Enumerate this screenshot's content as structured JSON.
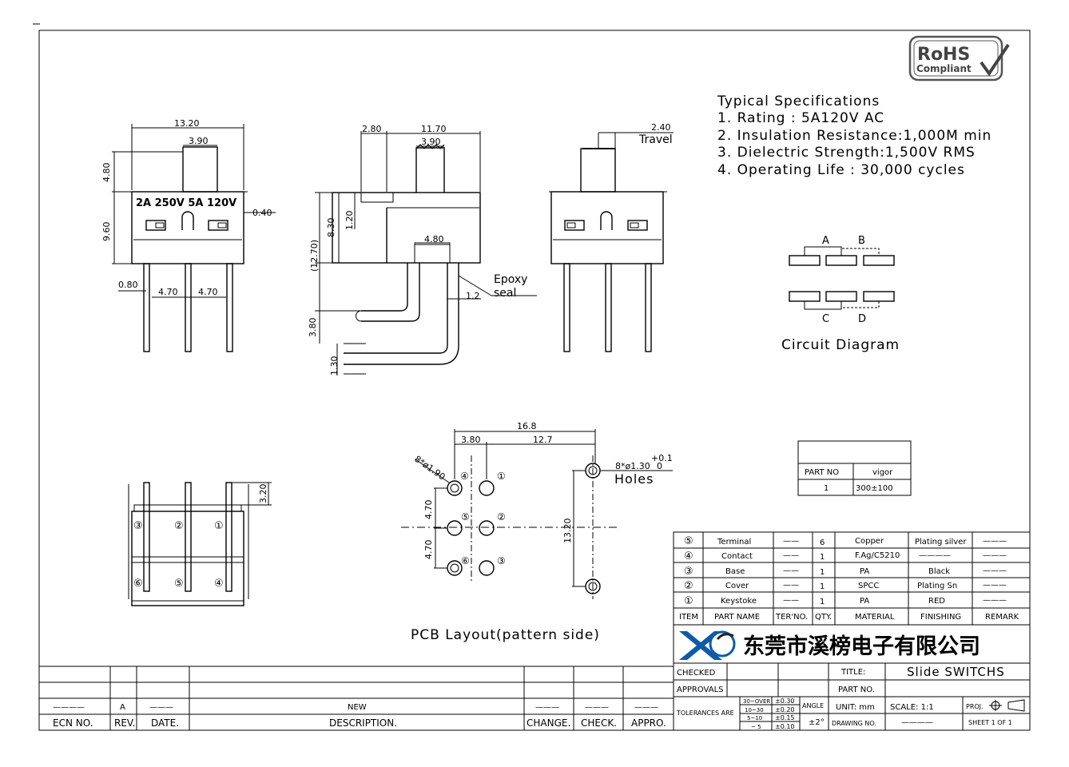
{
  "top_view": {
    "width": "13.20",
    "actuator_width": "3.90",
    "actuator_height": "4.80",
    "body_height": "9.60",
    "tab": "0.40",
    "pin_width": "0.80",
    "pitch_left": "4.70",
    "pitch_right": "4.70",
    "marking": "2A 250V 5A 120V"
  },
  "side_view": {
    "offset": "2.80",
    "length": "11.70",
    "actuator": "3.90",
    "height": "8.30",
    "ledge": "1.20",
    "overall": "(12.70)",
    "base": "4.80",
    "pin_len": "3.80",
    "pin_w": "1.30",
    "pin_t": "1.2",
    "epoxy_1": "Epoxy",
    "epoxy_2": "seal"
  },
  "end_view": {
    "travel_value": "2.40",
    "travel_label": "Travel"
  },
  "specs": {
    "title": "Typical Specifications",
    "lines": [
      "1. Rating : 5A120V AC",
      "2. Insulation Resistance:1,000M min",
      "3. Dielectric Strength:1,500V RMS",
      "4. Operating Life : 30,000 cycles"
    ]
  },
  "rohs": {
    "line1": "RoHS",
    "line2": "Compliant"
  },
  "circuit": {
    "labels": [
      "A",
      "B",
      "C",
      "D"
    ],
    "caption": "Circuit Diagram"
  },
  "bottom_view": {
    "dim": "3.20",
    "pins_top": [
      "③",
      "②",
      "①"
    ],
    "pins_bottom": [
      "⑥",
      "⑤",
      "④"
    ]
  },
  "pcb": {
    "overall": "16.8",
    "offset": "3.80",
    "span": "12.7",
    "small_holes": "8*ø1.90",
    "holes_spec": "8*ø1.30",
    "tol_plus": "+0.1",
    "tol_zero": "0",
    "holes_label": "Holes",
    "pitch_1": "4.70",
    "pitch_2": "4.70",
    "height": "13.20",
    "caption": "PCB Layout(pattern side)",
    "numbers": [
      "④",
      "①",
      "⑤",
      "②",
      "⑥",
      "③"
    ]
  },
  "force_table": {
    "headers": [
      "PART NO",
      "vigor"
    ],
    "row": [
      "1",
      "300±100"
    ]
  },
  "bom": {
    "rows": [
      {
        "item": "⑤",
        "name": "Terminal",
        "ter": "——",
        "qty": "6",
        "material": "Copper",
        "finishing": "Plating silver",
        "remark": "———"
      },
      {
        "item": "④",
        "name": "Contact",
        "ter": "——",
        "qty": "1",
        "material": "F.Ag/C5210",
        "finishing": "————",
        "remark": "———"
      },
      {
        "item": "③",
        "name": "Base",
        "ter": "——",
        "qty": "1",
        "material": "PA",
        "finishing": "Black",
        "remark": "———"
      },
      {
        "item": "②",
        "name": "Cover",
        "ter": "——",
        "qty": "1",
        "material": "SPCC",
        "finishing": "Plating Sn",
        "remark": "———"
      },
      {
        "item": "①",
        "name": "Keystoke",
        "ter": "——",
        "qty": "1",
        "material": "PA",
        "finishing": "RED",
        "remark": "———"
      }
    ],
    "headers": [
      "ITEM",
      "PART NAME",
      "TER'NO.",
      "QTY.",
      "MATERIAL",
      "FINISHING",
      "REMARK"
    ]
  },
  "company": "东莞市溪榜电子有限公司",
  "title_block": {
    "checked": "CHECKED",
    "approvals": "APPROVALS",
    "title_label": "TITLE:",
    "title_value": "Slide SWITCHS",
    "part_no": "PART NO.",
    "tolerances": "TOLERANCES ARE",
    "tol_ranges": [
      "30~OVER",
      "10~30",
      "5~10",
      "~ 5"
    ],
    "tol_values": [
      "±0.30",
      "±0.20",
      "±0.15",
      "±0.10"
    ],
    "angle": "ANGLE",
    "angle_value": "±2°",
    "unit": "UNIT: mm",
    "scale": "SCALE: 1:1",
    "proj": "PROJ.",
    "drawing_no": "DRAWING NO.",
    "drawing_value": "————",
    "sheet": "SHEET 1 OF 1"
  },
  "revision": {
    "headers": [
      "ECN NO.",
      "REV.",
      "DATE.",
      "DESCRIPTION.",
      "CHANGE.",
      "CHECK.",
      "APPRO."
    ],
    "row": [
      "————",
      "A",
      "———",
      "NEW",
      "———",
      "———",
      "———"
    ]
  }
}
